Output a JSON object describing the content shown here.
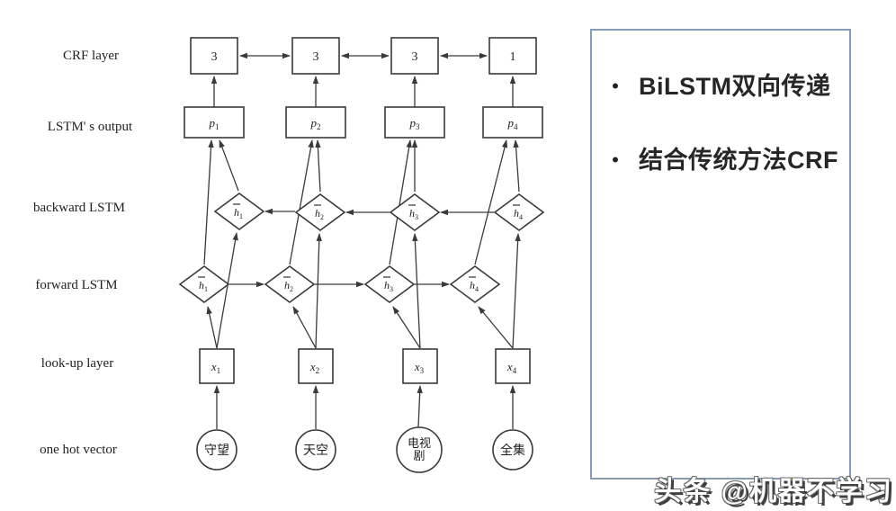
{
  "diagram": {
    "line_color": "#3a3a3a",
    "row_labels": [
      {
        "label": "CRF layer"
      },
      {
        "label": "LSTM' s output"
      },
      {
        "label": "backward LSTM"
      },
      {
        "label": "forward LSTM"
      },
      {
        "label": "look-up layer"
      },
      {
        "label": "one hot vector"
      }
    ],
    "crf_nodes": [
      "3",
      "3",
      "3",
      "1"
    ],
    "p_nodes": [
      {
        "main": "p",
        "sub": "1"
      },
      {
        "main": "p",
        "sub": "2"
      },
      {
        "main": "p",
        "sub": "3"
      },
      {
        "main": "p",
        "sub": "4"
      }
    ],
    "backward_nodes": [
      {
        "main": "h",
        "sub": "1"
      },
      {
        "main": "h",
        "sub": "2"
      },
      {
        "main": "h",
        "sub": "3"
      },
      {
        "main": "h",
        "sub": "4"
      }
    ],
    "forward_nodes": [
      {
        "main": "h",
        "sub": "1"
      },
      {
        "main": "h",
        "sub": "2"
      },
      {
        "main": "h",
        "sub": "3"
      },
      {
        "main": "h",
        "sub": "4"
      }
    ],
    "x_nodes": [
      {
        "main": "x",
        "sub": "1"
      },
      {
        "main": "x",
        "sub": "2"
      },
      {
        "main": "x",
        "sub": "3"
      },
      {
        "main": "x",
        "sub": "4"
      }
    ],
    "tokens": [
      "守望",
      "天空",
      "电视剧",
      "全集"
    ],
    "token_lines": [
      [
        "守望"
      ],
      [
        "天空"
      ],
      [
        "电视",
        "剧"
      ],
      [
        "全集"
      ]
    ]
  },
  "panel": {
    "border_color": "#859cb4",
    "bullet_char": "•",
    "bullets": [
      "BiLSTM双向传递",
      "结合传统方法CRF"
    ]
  },
  "watermark": {
    "text": "头条 @机器不学习"
  }
}
